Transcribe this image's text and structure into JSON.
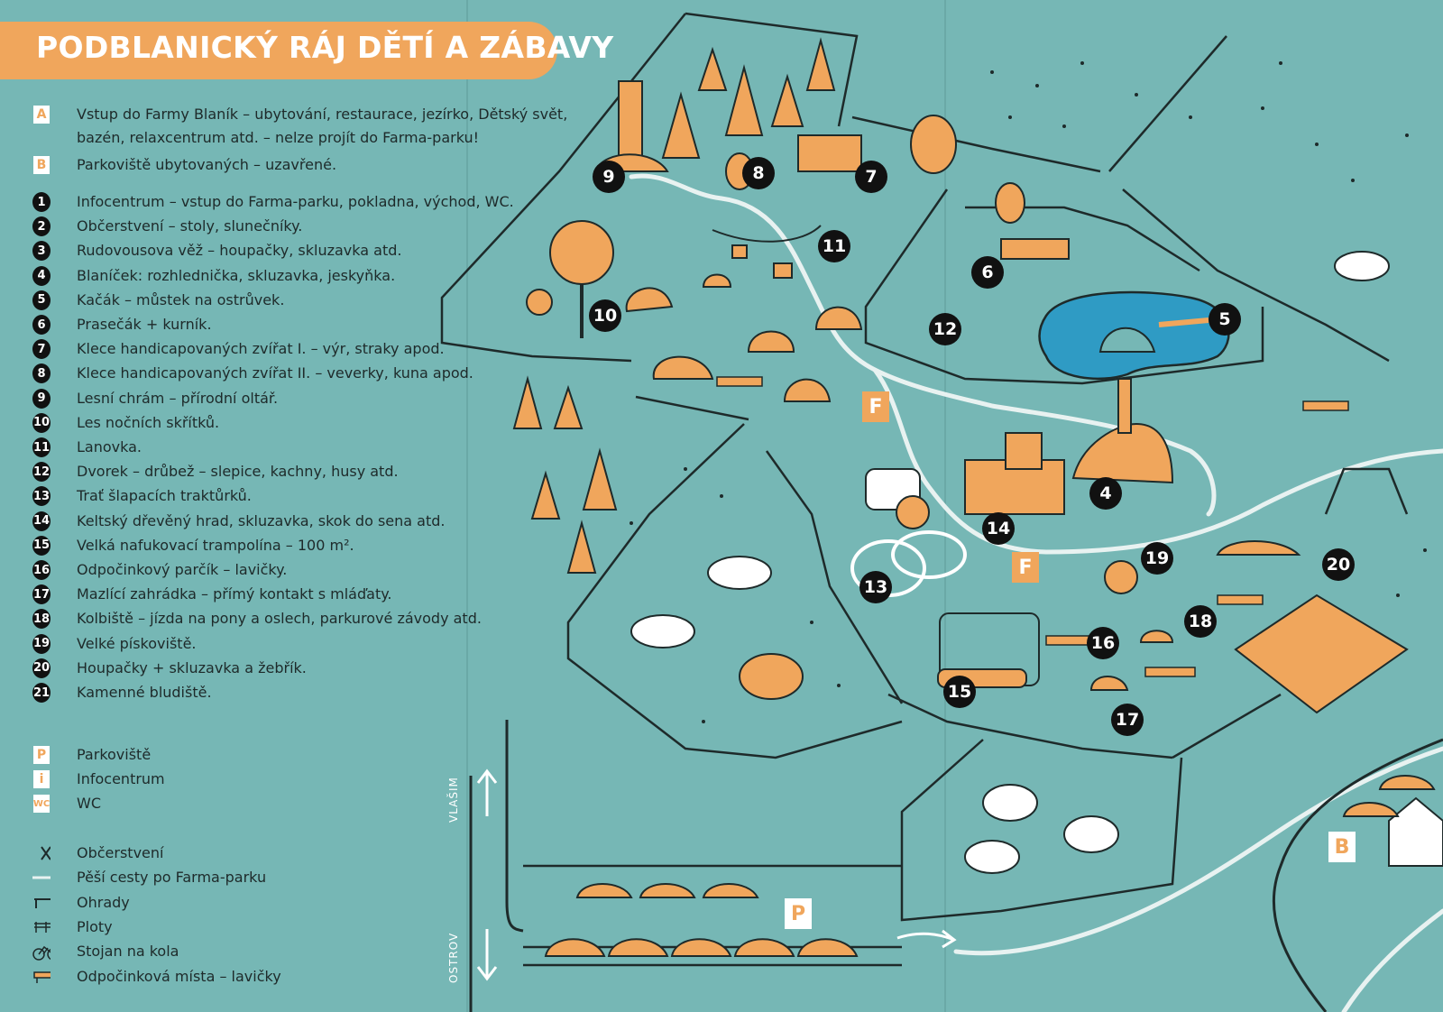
{
  "title": "PODBLANICKÝ RÁJ DĚTÍ A ZÁBAVY",
  "colors": {
    "background": "#76b7b5",
    "accent_orange": "#f0a65c",
    "pond_blue": "#2f9bc4",
    "path_white": "#e8f2f1",
    "ink": "#1e2a2a"
  },
  "legend_letters": [
    {
      "marker": "A",
      "text": "Vstup do Farmy Blaník – ubytování, restaurace, jezírko, Dětský svět,"
    },
    {
      "marker": "",
      "text": "bazén, relaxcentrum atd. – nelze projít do Farma-parku!"
    },
    {
      "marker": "B",
      "text": "Parkoviště ubytovaných – uzavřené."
    }
  ],
  "legend_numbers": [
    {
      "marker": "1",
      "text": "Infocentrum – vstup do Farma-parku, pokladna, východ, WC."
    },
    {
      "marker": "2",
      "text": "Občerstvení – stoly, slunečníky."
    },
    {
      "marker": "3",
      "text": "Rudovousova věž – houpačky, skluzavka atd."
    },
    {
      "marker": "4",
      "text": "Blaníček: rozhlednička, skluzavka, jeskyňka."
    },
    {
      "marker": "5",
      "text": "Kačák – můstek na ostrůvek."
    },
    {
      "marker": "6",
      "text": "Prasečák + kurník."
    },
    {
      "marker": "7",
      "text": "Klece handicapovaných zvířat I. – výr, straky apod."
    },
    {
      "marker": "8",
      "text": "Klece handicapovaných zvířat II. – veverky, kuna apod."
    },
    {
      "marker": "9",
      "text": "Lesní chrám – přírodní oltář."
    },
    {
      "marker": "10",
      "text": "Les nočních skřítků."
    },
    {
      "marker": "11",
      "text": "Lanovka."
    },
    {
      "marker": "12",
      "text": "Dvorek – drůbež – slepice, kachny, husy atd."
    },
    {
      "marker": "13",
      "text": "Trať šlapacích traktůrků."
    },
    {
      "marker": "14",
      "text": "Keltský dřevěný hrad, skluzavka, skok do sena atd."
    },
    {
      "marker": "15",
      "text": "Velká nafukovací trampolína – 100 m²."
    },
    {
      "marker": "16",
      "text": "Odpočinkový parčík – lavičky."
    },
    {
      "marker": "17",
      "text": "Mazlící zahrádka – přímý kontakt s mláďaty."
    },
    {
      "marker": "18",
      "text": "Kolbiště – jízda na pony a oslech, parkurové závody atd."
    },
    {
      "marker": "19",
      "text": "Velké pískoviště."
    },
    {
      "marker": "20",
      "text": "Houpačky + skluzavka a žebřík."
    },
    {
      "marker": "21",
      "text": "Kamenné bludiště."
    }
  ],
  "legend_symbols": [
    {
      "marker": "P",
      "icon": "parking-icon",
      "text": "Parkoviště"
    },
    {
      "marker": "i",
      "icon": "info-icon",
      "text": "Infocentrum"
    },
    {
      "marker": "WC",
      "icon": "wc-icon",
      "text": "WC"
    }
  ],
  "legend_lines": [
    {
      "icon": "cutlery-icon",
      "text": "Občerstvení"
    },
    {
      "icon": "path-line-icon",
      "text": "Pěší cesty po Farma-parku"
    },
    {
      "icon": "enclosure-fence-icon",
      "text": "Ohrady"
    },
    {
      "icon": "fence-icon",
      "text": "Ploty"
    },
    {
      "icon": "bicycle-icon",
      "text": "Stojan na kola"
    },
    {
      "icon": "bench-icon",
      "text": "Odpočinková místa – lavičky"
    }
  ],
  "map_numbers": [
    "9",
    "8",
    "7",
    "11",
    "6",
    "10",
    "12",
    "5",
    "4",
    "14",
    "19",
    "20",
    "13",
    "18",
    "16",
    "15",
    "17"
  ],
  "map_letters": {
    "F1": "F",
    "F2": "F",
    "P": "P",
    "B": "B"
  },
  "roads": {
    "top": "VLAŠIM",
    "bottom": "OSTROV"
  }
}
